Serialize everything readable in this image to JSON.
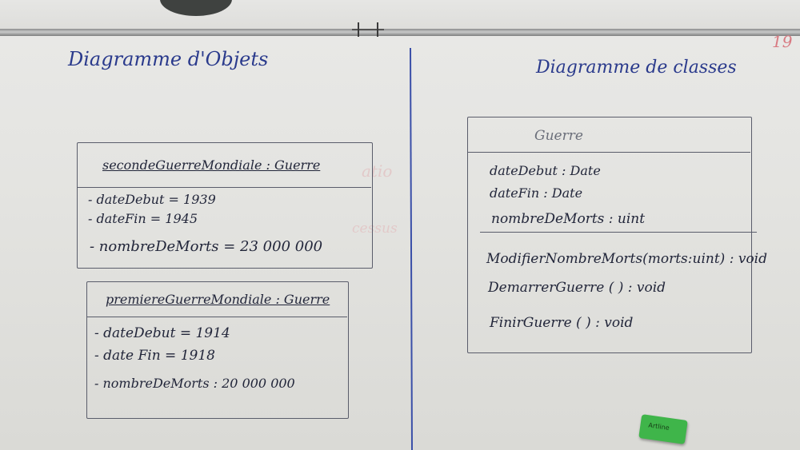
{
  "corner_number": "19",
  "left_heading": "Diagramme d'Objets",
  "right_heading": "Diagramme de classes",
  "faint_ghost_text": [
    "atio",
    "cessus"
  ],
  "object_second": {
    "header": "secondeGuerreMondiale : Guerre",
    "attributes": [
      "- dateDebut = 1939",
      "- dateFin = 1945",
      "- nombreDeMorts = 23 000 000"
    ]
  },
  "object_first": {
    "header": "premiereGuerreMondiale : Guerre",
    "attributes": [
      "- dateDebut = 1914",
      "- date Fin = 1918",
      "- nombreDeMorts : 20 000 000"
    ]
  },
  "class_guerre": {
    "name": "Guerre",
    "attributes": [
      "dateDebut : Date",
      "dateFin : Date",
      "nombreDeMorts : uint"
    ],
    "operations": [
      "ModifierNombreMorts(morts:uint) : void",
      "DemarrerGuerre ( ) : void",
      "FinirGuerre ( ) : void"
    ]
  },
  "eraser_brand": "Artline",
  "colors": {
    "ink_black": "#22263a",
    "ink_blue": "#2a3a8c",
    "board_white": "#e6e6e3",
    "rail_grey": "#8c8d8d",
    "eraser_green": "#3fb54a"
  }
}
